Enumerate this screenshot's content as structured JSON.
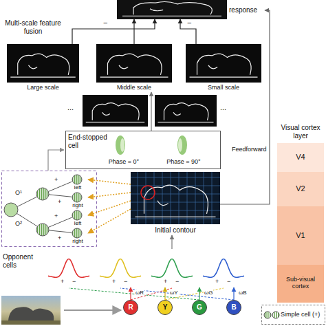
{
  "diagram": {
    "nodes": [
      {
        "text": [
          "response"
        ]
      },
      {
        "text": [
          "Large scale"
        ]
      },
      {
        "text": [
          "Middle scale"
        ]
      },
      {
        "text": [
          "Small scale"
        ]
      },
      {
        "text": [
          "End-stopped cell",
          "Phase = 0°",
          "Phase = 90°"
        ]
      },
      {
        "text": [
          "left"
        ]
      },
      {
        "text": [
          "right"
        ]
      },
      {
        "text": [
          "left"
        ]
      },
      {
        "text": [
          "right"
        ]
      },
      {
        "text": [
          "Initial contour"
        ]
      },
      {
        "text": [
          "Opponent cells"
        ]
      },
      {
        "text": [
          "R"
        ]
      },
      {
        "text": [
          "Y"
        ]
      },
      {
        "text": [
          "G"
        ]
      },
      {
        "text": [
          "B"
        ]
      },
      {
        "text": [
          "V4"
        ]
      },
      {
        "text": [
          "V2"
        ]
      },
      {
        "text": [
          "V1"
        ]
      },
      {
        "text": [
          "Sub-visual cortex"
        ]
      }
    ],
    "edges": [
      {
        "from": 1,
        "to": 0,
        "arrow": "to"
      },
      {
        "from": 2,
        "to": 0,
        "arrow": "to"
      },
      {
        "from": 3,
        "to": 0,
        "arrow": "to"
      },
      {
        "from": 4,
        "to": 2,
        "arrow": "to"
      },
      {
        "from": 9,
        "to": 0,
        "label": "Feedforward",
        "arrow": "to"
      },
      {
        "from": 9,
        "to": 5,
        "arrow": "to"
      },
      {
        "from": 9,
        "to": 6,
        "arrow": "to"
      },
      {
        "from": 9,
        "to": 7,
        "arrow": "to"
      },
      {
        "from": 9,
        "to": 8,
        "arrow": "to"
      },
      {
        "from": 10,
        "to": 9,
        "arrow": "to"
      },
      {
        "from": 11,
        "to": 10,
        "arrow": "to"
      },
      {
        "from": 12,
        "to": 10,
        "arrow": "to"
      },
      {
        "from": 13,
        "to": 10,
        "arrow": "to"
      },
      {
        "from": 14,
        "to": 10,
        "arrow": "to"
      }
    ],
    "labels": [
      "Multi-scale feature fusion",
      "−",
      "−",
      "...",
      "...",
      "Visual cortex layer",
      "O¹",
      "O²",
      "+",
      "+",
      "+",
      "+",
      "+",
      "−",
      "+",
      "−",
      "+",
      "−",
      "+",
      "−",
      "ωR",
      "ωY",
      "ωG",
      "ωB"
    ],
    "legend": [
      {
        "text": "Simple cell (+)"
      }
    ]
  }
}
